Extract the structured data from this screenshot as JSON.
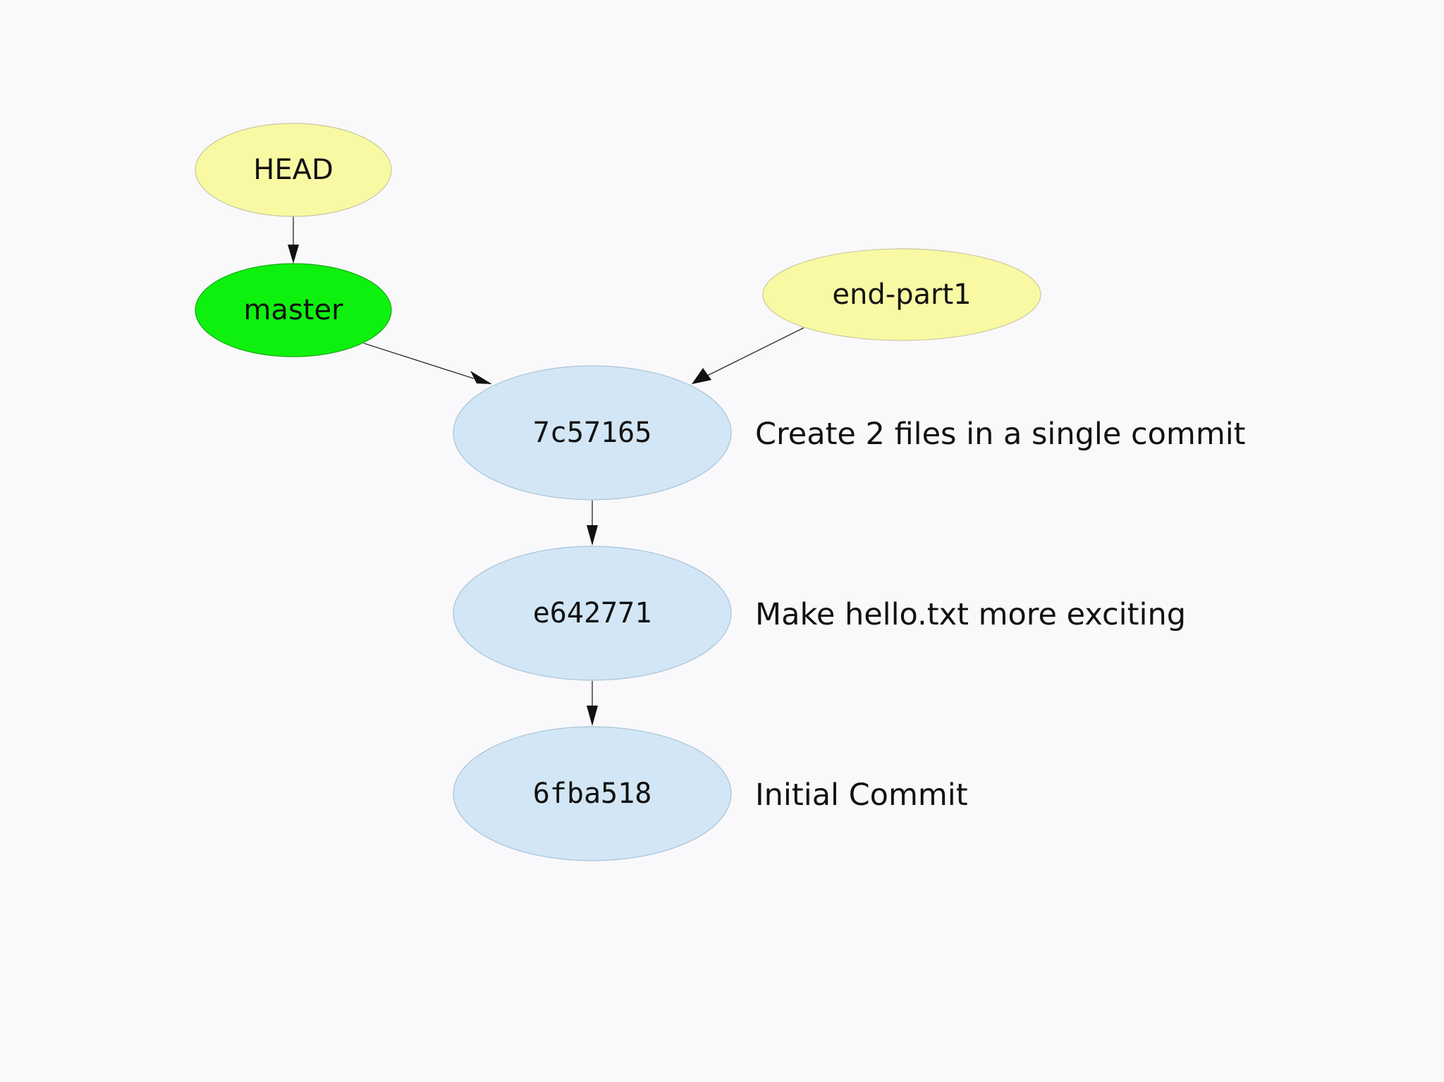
{
  "graph": {
    "refs": {
      "head": {
        "label": "HEAD",
        "color": "#f9f9a4"
      },
      "master": {
        "label": "master",
        "color": "#0ef10e"
      },
      "end_part1": {
        "label": "end-part1",
        "color": "#f9f9a4"
      }
    },
    "commits": [
      {
        "hash": "7c57165",
        "message": "Create 2 files in a single commit",
        "color": "#d2e6f5"
      },
      {
        "hash": "e642771",
        "message": "Make hello.txt more exciting",
        "color": "#d2e6f5"
      },
      {
        "hash": "6fba518",
        "message": "Initial Commit",
        "color": "#d2e6f5"
      }
    ],
    "edges": [
      {
        "from": "HEAD",
        "to": "master"
      },
      {
        "from": "master",
        "to": "7c57165"
      },
      {
        "from": "end-part1",
        "to": "7c57165"
      },
      {
        "from": "7c57165",
        "to": "e642771"
      },
      {
        "from": "e642771",
        "to": "6fba518"
      }
    ]
  }
}
